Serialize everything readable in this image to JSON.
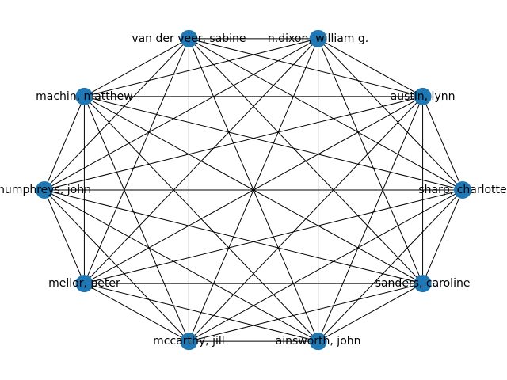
{
  "graph": {
    "type": "complete",
    "node_color": "#1f77b4",
    "edge_color": "#000000",
    "nodes": [
      {
        "id": "sharp",
        "label": "sharp, charlotte"
      },
      {
        "id": "austin",
        "label": "austin, lynn"
      },
      {
        "id": "dixon",
        "label": "n.dixon, william g."
      },
      {
        "id": "vanderveer",
        "label": "van der veer, sabine"
      },
      {
        "id": "machin",
        "label": "machin, matthew"
      },
      {
        "id": "humphreys",
        "label": "humphreys, john"
      },
      {
        "id": "mellor",
        "label": "mellor, peter"
      },
      {
        "id": "mccarthy",
        "label": "mccarthy, jill"
      },
      {
        "id": "ainsworth",
        "label": "ainsworth, john"
      },
      {
        "id": "sanders",
        "label": "sanders, caroline"
      }
    ]
  }
}
